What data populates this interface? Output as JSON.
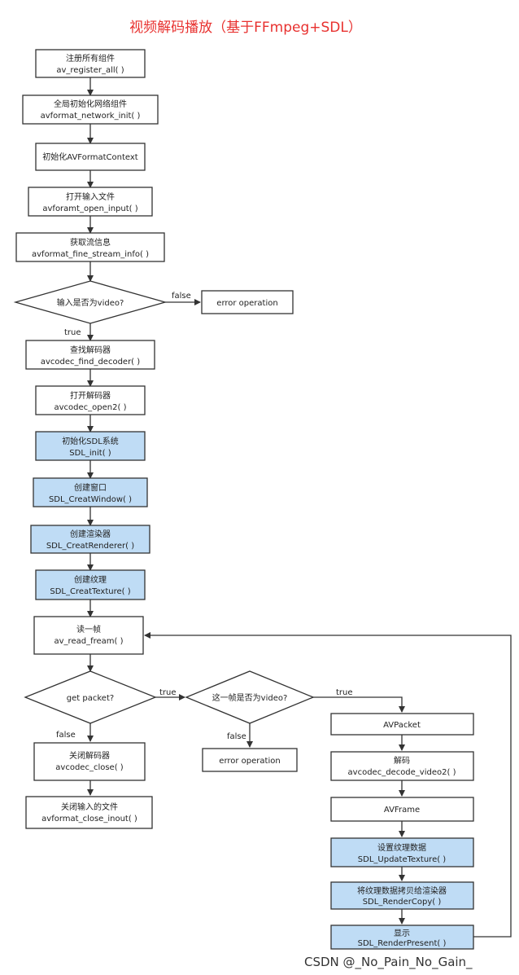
{
  "title": "视频解码播放（基于FFmpeg+SDL）",
  "watermark": "CSDN @_No_Pain_No_Gain_",
  "colors": {
    "title": "#e8312f",
    "sdl_fill": "#bfdcf5",
    "stroke": "#333333"
  },
  "nodes": {
    "register": {
      "line1": "注册所有组件",
      "line2": "av_register_all( )"
    },
    "network": {
      "line1": "全局初始化网络组件",
      "line2": "avformat_network_init( )"
    },
    "init_ctx": {
      "line1": "初始化AVFormatContext"
    },
    "open_input": {
      "line1": "打开输入文件",
      "line2": "avforamt_open_input( )"
    },
    "stream_info": {
      "line1": "获取流信息",
      "line2": "avformat_fine_stream_info( )"
    },
    "is_video": {
      "line1": "输入是否为video?"
    },
    "error1": {
      "line1": "error operation"
    },
    "find_decoder": {
      "line1": "查找解码器",
      "line2": "avcodec_find_decoder( )"
    },
    "open_decoder": {
      "line1": "打开解码器",
      "line2": "avcodec_open2( )"
    },
    "sdl_init": {
      "line1": "初始化SDL系统",
      "line2": "SDL_init( )"
    },
    "create_window": {
      "line1": "创建窗口",
      "line2": "SDL_CreatWindow( )"
    },
    "create_renderer": {
      "line1": "创建渲染器",
      "line2": "SDL_CreatRenderer( )"
    },
    "create_texture": {
      "line1": "创建纹理",
      "line2": "SDL_CreatTexture( )"
    },
    "read_frame": {
      "line1": "读一帧",
      "line2": "av_read_fream( )"
    },
    "get_packet": {
      "line1": "get packet?"
    },
    "frame_is_video": {
      "line1": "这一帧是否为video?"
    },
    "error2": {
      "line1": "error operation"
    },
    "close_decoder": {
      "line1": "关闭解码器",
      "line2": "avcodec_close( )"
    },
    "close_input": {
      "line1": "关闭输入的文件",
      "line2": "avformat_close_inout( )"
    },
    "avpacket": {
      "line1": "AVPacket"
    },
    "decode": {
      "line1": "解码",
      "line2": "avcodec_decode_video2( )"
    },
    "avframe": {
      "line1": "AVFrame"
    },
    "update_texture": {
      "line1": "设置纹理数据",
      "line2": "SDL_UpdateTexture( )"
    },
    "render_copy": {
      "line1": "将纹理数据拷贝给渲染器",
      "line2": "SDL_RenderCopy( )"
    },
    "render_present": {
      "line1": "显示",
      "line2": "SDL_RenderPresent( )"
    }
  },
  "edge_labels": {
    "is_video_false": "false",
    "is_video_true": "true",
    "get_packet_true": "true",
    "get_packet_false": "false",
    "frame_video_true": "true",
    "frame_video_false": "false"
  }
}
